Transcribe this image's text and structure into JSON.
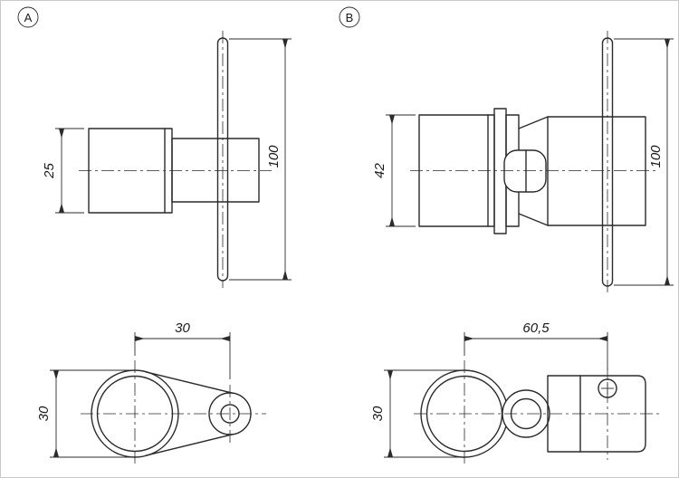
{
  "drawing": {
    "variant_a": {
      "label": "A",
      "front_view": {
        "dim_height": "25",
        "dim_length": "100"
      },
      "top_view": {
        "dim_center_distance": "30",
        "dim_diameter": "30"
      }
    },
    "variant_b": {
      "label": "B",
      "front_view": {
        "dim_height": "42",
        "dim_length": "100"
      },
      "top_view": {
        "dim_center_distance": "60,5",
        "dim_diameter": "30"
      }
    }
  }
}
